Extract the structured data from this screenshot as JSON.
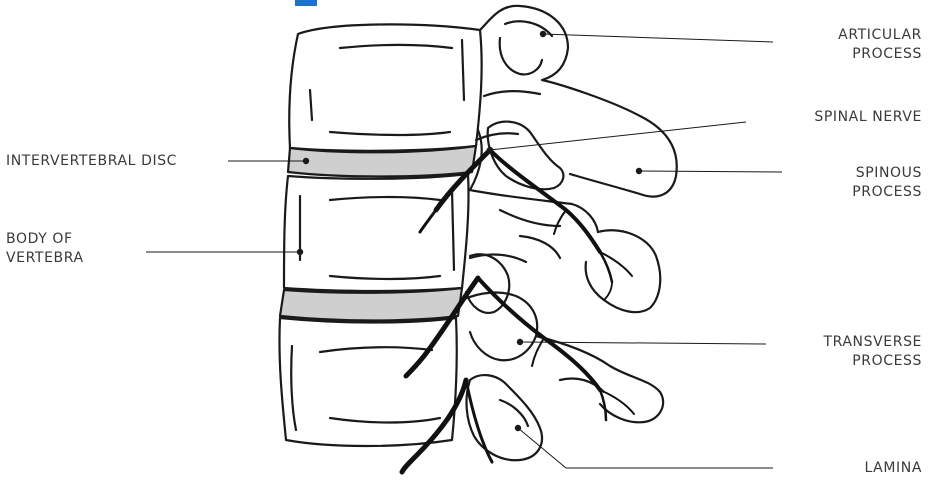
{
  "labels": {
    "articular_process": [
      "ARTICULAR",
      "PROCESS"
    ],
    "spinal_nerve": [
      "SPINAL NERVE"
    ],
    "spinous_process": [
      "SPINOUS",
      "PROCESS"
    ],
    "transverse_process": [
      "TRANSVERSE",
      "PROCESS"
    ],
    "lamina": [
      "LAMINA"
    ],
    "intervertebral_disc": [
      "INTERVERTEBRAL DISC"
    ],
    "body_of_vertebra": [
      "BODY OF",
      "VERTEBRA"
    ]
  },
  "colors": {
    "outline": "#1a1a1a",
    "disc_fill": "#cfcfcf",
    "label_text": "#3a3a3a",
    "accent_blue": "#1e73c8"
  }
}
